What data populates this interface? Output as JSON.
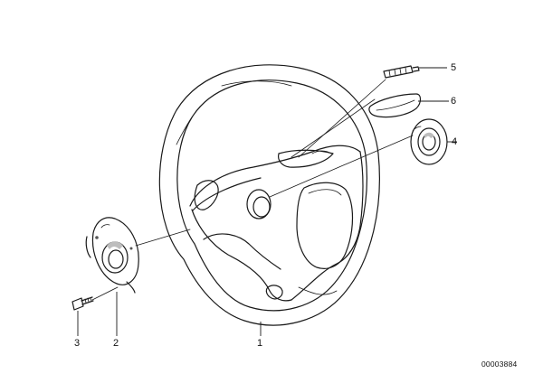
{
  "diagram": {
    "callouts": [
      "1",
      "2",
      "3",
      "4",
      "5",
      "6"
    ],
    "drawing_number": "00003884"
  }
}
